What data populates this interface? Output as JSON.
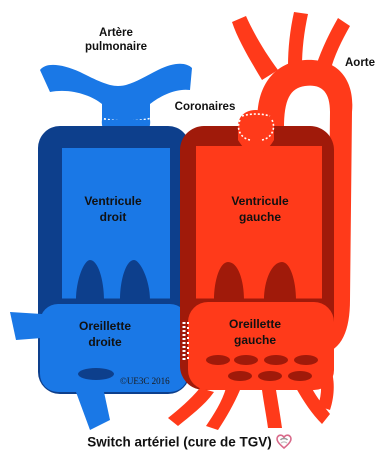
{
  "labels": {
    "artere_line1": "Artère",
    "artere_line2": "pulmonaire",
    "aorte": "Aorte",
    "coronaires": "Coronaires",
    "ventricule_droit_line1": "Ventricule",
    "ventricule_droit_line2": "droit",
    "ventricule_gauche_line1": "Ventricule",
    "ventricule_gauche_line2": "gauche",
    "oreillette_droite_line1": "Oreillette",
    "oreillette_droite_line2": "droite",
    "oreillette_gauche_line1": "Oreillette",
    "oreillette_gauche_line2": "gauche",
    "copyright": "©UE3C 2016"
  },
  "caption": "Switch artériel (cure de TGV)",
  "icons": {
    "logo": "heart-logo-icon"
  },
  "colors": {
    "right_heart_blue": "#1a78e6",
    "right_heart_dark_blue": "#0d3f8c",
    "left_heart_red": "#ff3a1a",
    "left_heart_dark_red": "#a01a0a"
  }
}
